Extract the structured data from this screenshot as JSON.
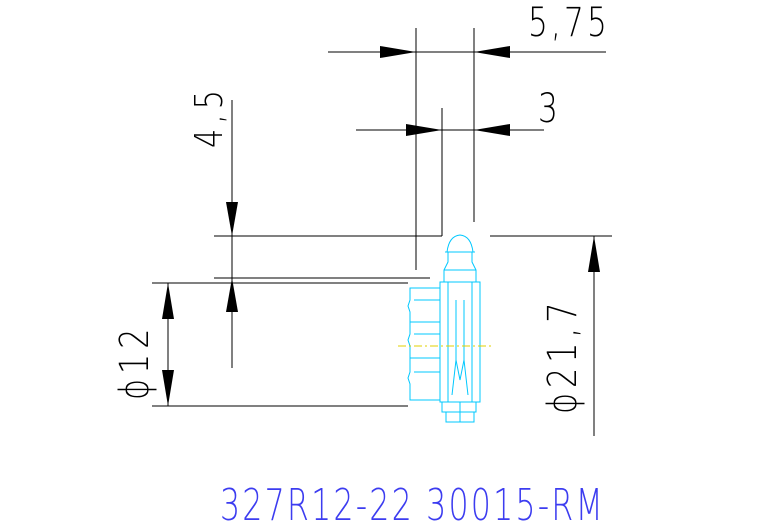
{
  "drawing": {
    "colors": {
      "background": "#ffffff",
      "dimension": "#000000",
      "part_outline": "#00c8ff",
      "centerline": "#e0d000",
      "part_number": "#3c3cf0"
    },
    "dimensions": {
      "top_width": "5,75",
      "inner_width": "3",
      "step_height": "4,5",
      "left_diameter": "ϕ12",
      "right_diameter": "ϕ21,7"
    },
    "part_number": "327R12-22 30015-RM"
  }
}
